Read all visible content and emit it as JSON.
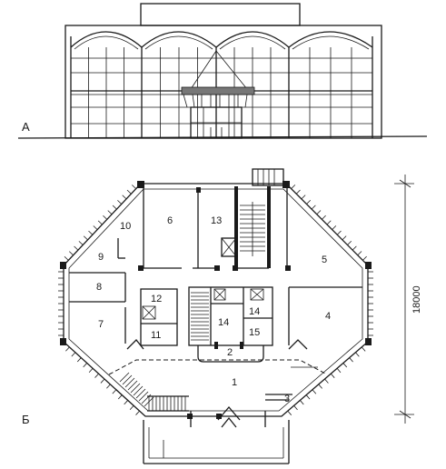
{
  "elevation": {
    "label": "А"
  },
  "plan": {
    "label": "Б",
    "dimension": "18000",
    "rooms": [
      "1",
      "2",
      "3",
      "4",
      "5",
      "6",
      "7",
      "8",
      "9",
      "10",
      "11",
      "12",
      "13",
      "14",
      "14",
      "15"
    ]
  }
}
